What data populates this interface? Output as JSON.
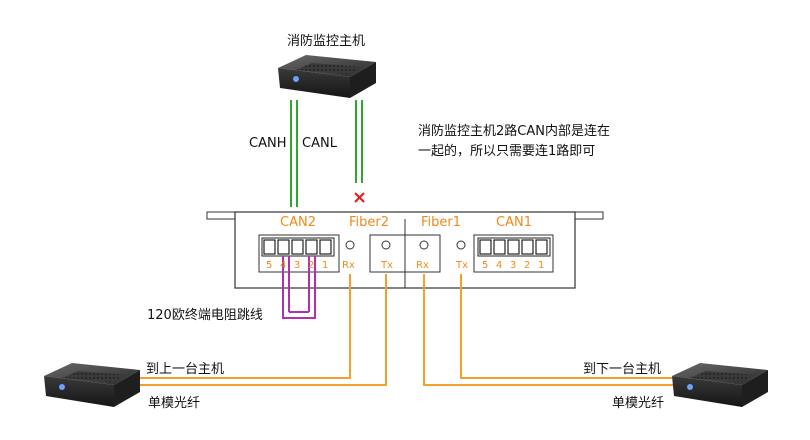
{
  "top_host": {
    "title": "消防监控主机"
  },
  "wires": {
    "canh": "CANH",
    "canl": "CANL"
  },
  "note": {
    "line1": "消防监控主机2路CAN内部是连在",
    "line2": "一起的，所以只需要连1路即可"
  },
  "device": {
    "ports": {
      "can2": "CAN2",
      "fiber2": "Fiber2",
      "fiber1": "Fiber1",
      "can1": "CAN1"
    },
    "can2_pins": [
      "5",
      "4",
      "3",
      "2",
      "1"
    ],
    "can1_pins": [
      "5",
      "4",
      "3",
      "2",
      "1"
    ],
    "rx_label": "Rx",
    "tx_label": "Tx"
  },
  "jumper": {
    "label": "120欧终端电阻跳线"
  },
  "left_host": {
    "line1": "到上一台主机",
    "line2": "单模光纤"
  },
  "right_host": {
    "line1": "到下一台主机",
    "line2": "单模光纤"
  },
  "colors": {
    "green": "#2fa82f",
    "orange": "#f5a02a",
    "purple": "#b030b0",
    "red": "#e02020",
    "label_orange": "#f08a1a"
  }
}
